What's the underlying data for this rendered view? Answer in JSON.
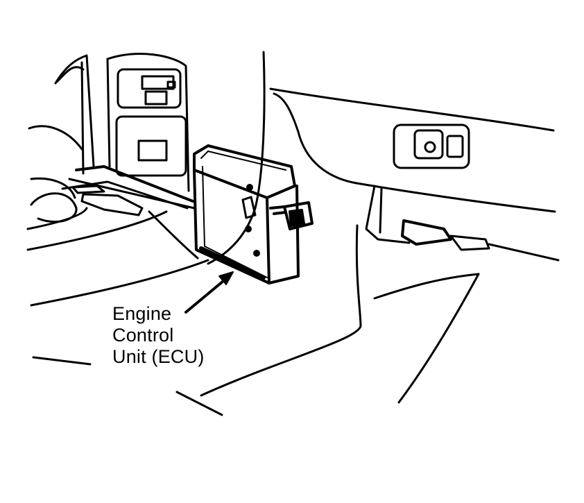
{
  "callout": {
    "line1": "Engine",
    "line2": "Control",
    "line3": "Unit (ECU)"
  },
  "colors": {
    "ink": "#000000",
    "paper": "#ffffff"
  }
}
